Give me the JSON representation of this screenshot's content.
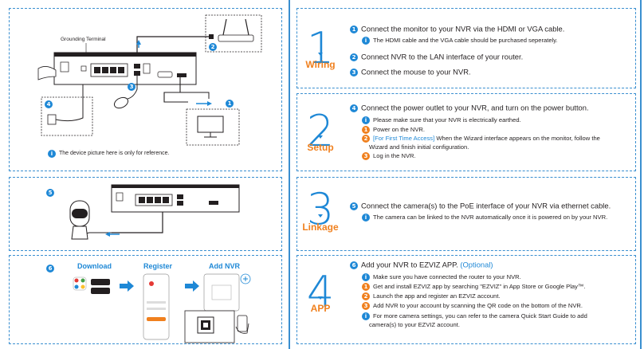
{
  "colors": {
    "accent_blue": "#1e88d6",
    "accent_orange": "#f0801e",
    "border": "#3a8fd0"
  },
  "left": {
    "grounding_label": "Grounding Terminal",
    "device_note": "The device picture here is only for reference.",
    "badges": [
      "1",
      "2",
      "3",
      "4",
      "5",
      "6"
    ],
    "app_flow": {
      "download": "Download",
      "register": "Register",
      "add_nvr": "Add NVR"
    }
  },
  "steps": [
    {
      "number": "1",
      "label": "Wiring"
    },
    {
      "number": "2",
      "label": "Setup"
    },
    {
      "number": "3",
      "label": "Linkage"
    },
    {
      "number": "4",
      "label": "APP"
    }
  ],
  "wiring": {
    "s1": "Connect the monitor to your NVR via the HDMI or VGA cable.",
    "s1_note": "The HDMI cable and the VGA cable should be purchased seperately.",
    "s2": "Connect NVR to the LAN interface of your router.",
    "s3": "Connect the mouse to your NVR."
  },
  "setup": {
    "s4": "Connect the power outlet to your NVR, and turn on the power button.",
    "s4_note": "Please make sure that your NVR is electrically earthed.",
    "sub1": "Power on the NVR.",
    "sub2_hl": "[For First Time Access]",
    "sub2_a": " When the Wizard interface appears on the monitor, follow the",
    "sub2_b": "Wizard and  finish initial configuration.",
    "sub3": "Log in the NVR."
  },
  "linkage": {
    "s5": "Connect the camera(s) to the PoE interface of your NVR via ethernet cable.",
    "s5_note": "The camera can be linked to the NVR automatically once it is powered on by your NVR."
  },
  "app": {
    "s6": "Add your NVR to EZVIZ APP.",
    "s6_opt": "(Optional)",
    "l1": "Make sure you have connected the router to your NVR.",
    "l2": "Get and install EZVIZ app by searching \"EZVIZ\" in App Store or Google Play™.",
    "l3": "Launch the app and register an EZVIZ account.",
    "l4": "Add NVR to your account by scanning the QR code on the bottom of the NVR.",
    "l5a": "For more camera settings, you can refer to the camera Quick Start Guide to add",
    "l5b": "camera(s) to your EZVIZ account."
  }
}
